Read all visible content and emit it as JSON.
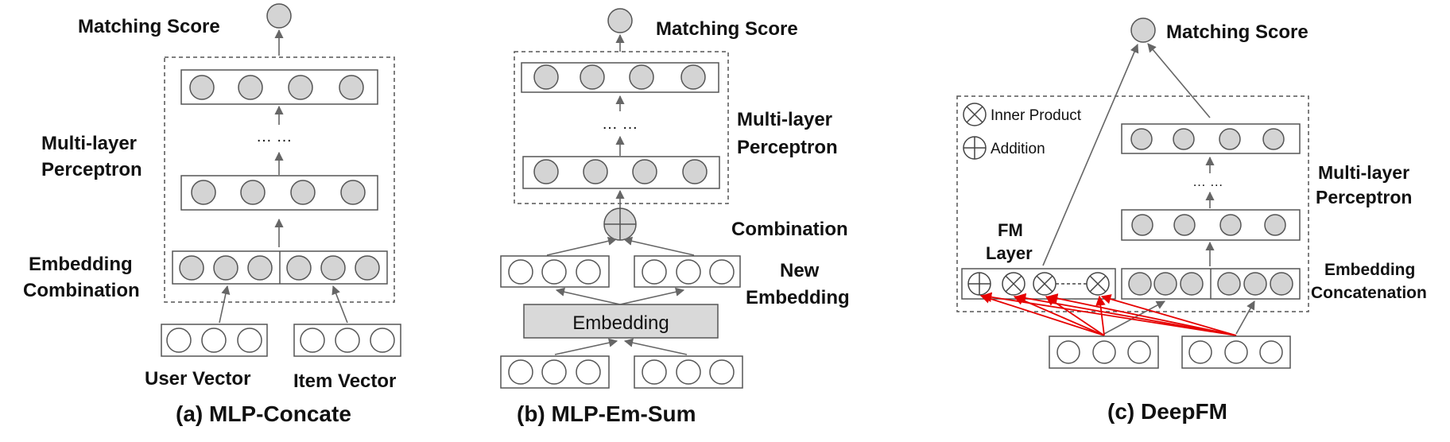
{
  "panel_a": {
    "matching_score": "Matching Score",
    "mlp_label_1": "Multi-layer",
    "mlp_label_2": "Perceptron",
    "dots": "… …",
    "emb_label_1": "Embedding",
    "emb_label_2": "Combination",
    "user_vector": "User Vector",
    "item_vector": "Item Vector",
    "caption": "(a)  MLP-Concate"
  },
  "panel_b": {
    "matching_score": "Matching Score",
    "mlp_label_1": "Multi-layer",
    "mlp_label_2": "Perceptron",
    "dots": "… …",
    "combination": "Combination",
    "new_emb_1": "New",
    "new_emb_2": "Embedding",
    "embedding_box": "Embedding",
    "caption": "(b)  MLP-Em-Sum"
  },
  "panel_c": {
    "matching_score": "Matching Score",
    "legend_inner": "Inner Product",
    "legend_add": "Addition",
    "mlp_label_1": "Multi-layer",
    "mlp_label_2": "Perceptron",
    "dots": "… …",
    "fm_1": "FM",
    "fm_2": "Layer",
    "emb_1": "Embedding",
    "emb_2": "Concatenation",
    "caption": "(c)  DeepFM"
  },
  "colors": {
    "node_fill": "#d4d4d4",
    "node_stroke": "#555555",
    "box_stroke": "#555555",
    "arrow": "#666666",
    "fm_arrow": "#e60000",
    "embedding_fill": "#d9d9d9"
  }
}
